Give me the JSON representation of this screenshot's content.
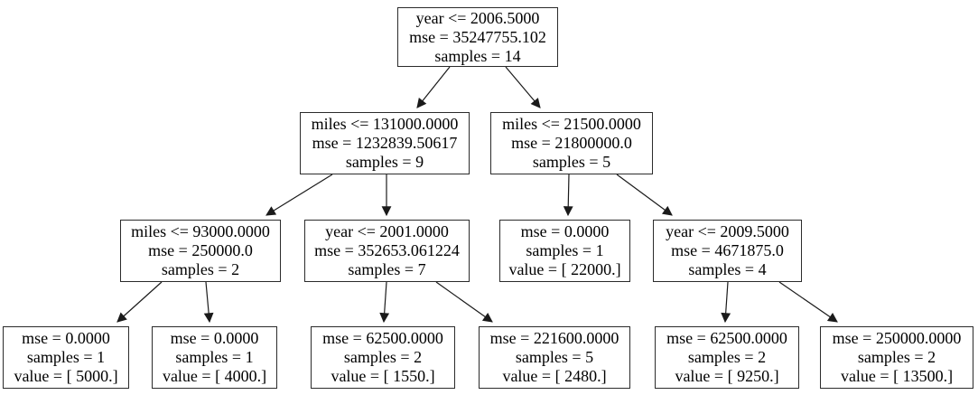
{
  "diagram_type": "decision-tree-regression",
  "colors": {
    "background": "#ffffff",
    "node_fill": "#ffffff",
    "node_border": "#2b2b2b",
    "edge": "#1a1a1a",
    "text": "#000000"
  },
  "nodes": {
    "root": {
      "lines": [
        "year <= 2006.5000",
        "mse = 35247755.102",
        "samples = 14"
      ]
    },
    "miles_131000": {
      "lines": [
        "miles <= 131000.0000",
        "mse = 1232839.50617",
        "samples = 9"
      ]
    },
    "miles_21500": {
      "lines": [
        "miles <= 21500.0000",
        "mse = 21800000.0",
        "samples = 5"
      ]
    },
    "miles_93000": {
      "lines": [
        "miles <= 93000.0000",
        "mse = 250000.0",
        "samples = 2"
      ]
    },
    "year_2001": {
      "lines": [
        "year <= 2001.0000",
        "mse = 352653.061224",
        "samples = 7"
      ]
    },
    "leaf_22000": {
      "lines": [
        "mse = 0.0000",
        "samples = 1",
        "value = [ 22000.]"
      ]
    },
    "year_2009": {
      "lines": [
        "year <= 2009.5000",
        "mse = 4671875.0",
        "samples = 4"
      ]
    },
    "leaf_5000": {
      "lines": [
        "mse = 0.0000",
        "samples = 1",
        "value = [ 5000.]"
      ]
    },
    "leaf_4000": {
      "lines": [
        "mse = 0.0000",
        "samples = 1",
        "value = [ 4000.]"
      ]
    },
    "leaf_1550": {
      "lines": [
        "mse = 62500.0000",
        "samples = 2",
        "value = [ 1550.]"
      ]
    },
    "leaf_2480": {
      "lines": [
        "mse = 221600.0000",
        "samples = 5",
        "value = [ 2480.]"
      ]
    },
    "leaf_9250": {
      "lines": [
        "mse = 62500.0000",
        "samples = 2",
        "value = [ 9250.]"
      ]
    },
    "leaf_13500": {
      "lines": [
        "mse = 250000.0000",
        "samples = 2",
        "value = [ 13500.]"
      ]
    }
  },
  "edges": [
    {
      "from": "root",
      "to": "miles_131000"
    },
    {
      "from": "root",
      "to": "miles_21500"
    },
    {
      "from": "miles_131000",
      "to": "miles_93000"
    },
    {
      "from": "miles_131000",
      "to": "year_2001"
    },
    {
      "from": "miles_21500",
      "to": "leaf_22000"
    },
    {
      "from": "miles_21500",
      "to": "year_2009"
    },
    {
      "from": "miles_93000",
      "to": "leaf_5000"
    },
    {
      "from": "miles_93000",
      "to": "leaf_4000"
    },
    {
      "from": "year_2001",
      "to": "leaf_1550"
    },
    {
      "from": "year_2001",
      "to": "leaf_2480"
    },
    {
      "from": "year_2009",
      "to": "leaf_9250"
    },
    {
      "from": "year_2009",
      "to": "leaf_13500"
    }
  ]
}
